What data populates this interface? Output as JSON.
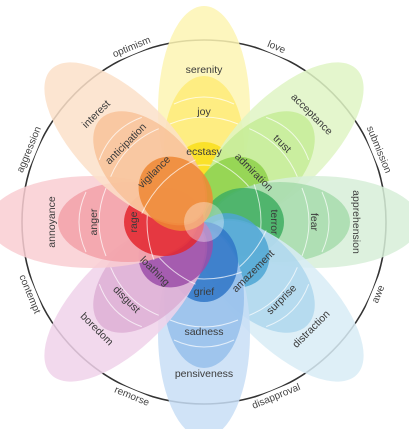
{
  "petals": [
    {
      "outer": "serenity",
      "middle": "joy",
      "inner": "ecstasy",
      "colors": [
        "#fdf4b3",
        "#fde96e",
        "#f9de1b"
      ]
    },
    {
      "outer": "acceptance",
      "middle": "trust",
      "inner": "admiration",
      "colors": [
        "#dff4c4",
        "#c2eb8f",
        "#8ed14a"
      ]
    },
    {
      "outer": "apprehension",
      "middle": "fear",
      "inner": "terror",
      "colors": [
        "#d7efd8",
        "#9fd8a6",
        "#3fae62"
      ]
    },
    {
      "outer": "distraction",
      "middle": "surprise",
      "inner": "amazement",
      "colors": [
        "#d8ecf6",
        "#a8d4ec",
        "#4ea6d3"
      ]
    },
    {
      "outer": "pensiveness",
      "middle": "sadness",
      "inner": "grief",
      "colors": [
        "#c8def6",
        "#8fbbea",
        "#2f75c7"
      ]
    },
    {
      "outer": "boredom",
      "middle": "disgust",
      "inner": "loathing",
      "colors": [
        "#f0d2ea",
        "#dba9d2",
        "#9b4ea8"
      ]
    },
    {
      "outer": "annoyance",
      "middle": "anger",
      "inner": "rage",
      "colors": [
        "#f9ced2",
        "#f29aa2",
        "#e3262e"
      ]
    },
    {
      "outer": "interest",
      "middle": "anticipation",
      "inner": "vigilance",
      "colors": [
        "#fbe0c9",
        "#f8be91",
        "#ef8734"
      ]
    }
  ],
  "combinations": [
    "love",
    "submission",
    "awe",
    "disapproval",
    "remorse",
    "contempt",
    "aggression",
    "optimism"
  ],
  "ring_color": "#333333"
}
